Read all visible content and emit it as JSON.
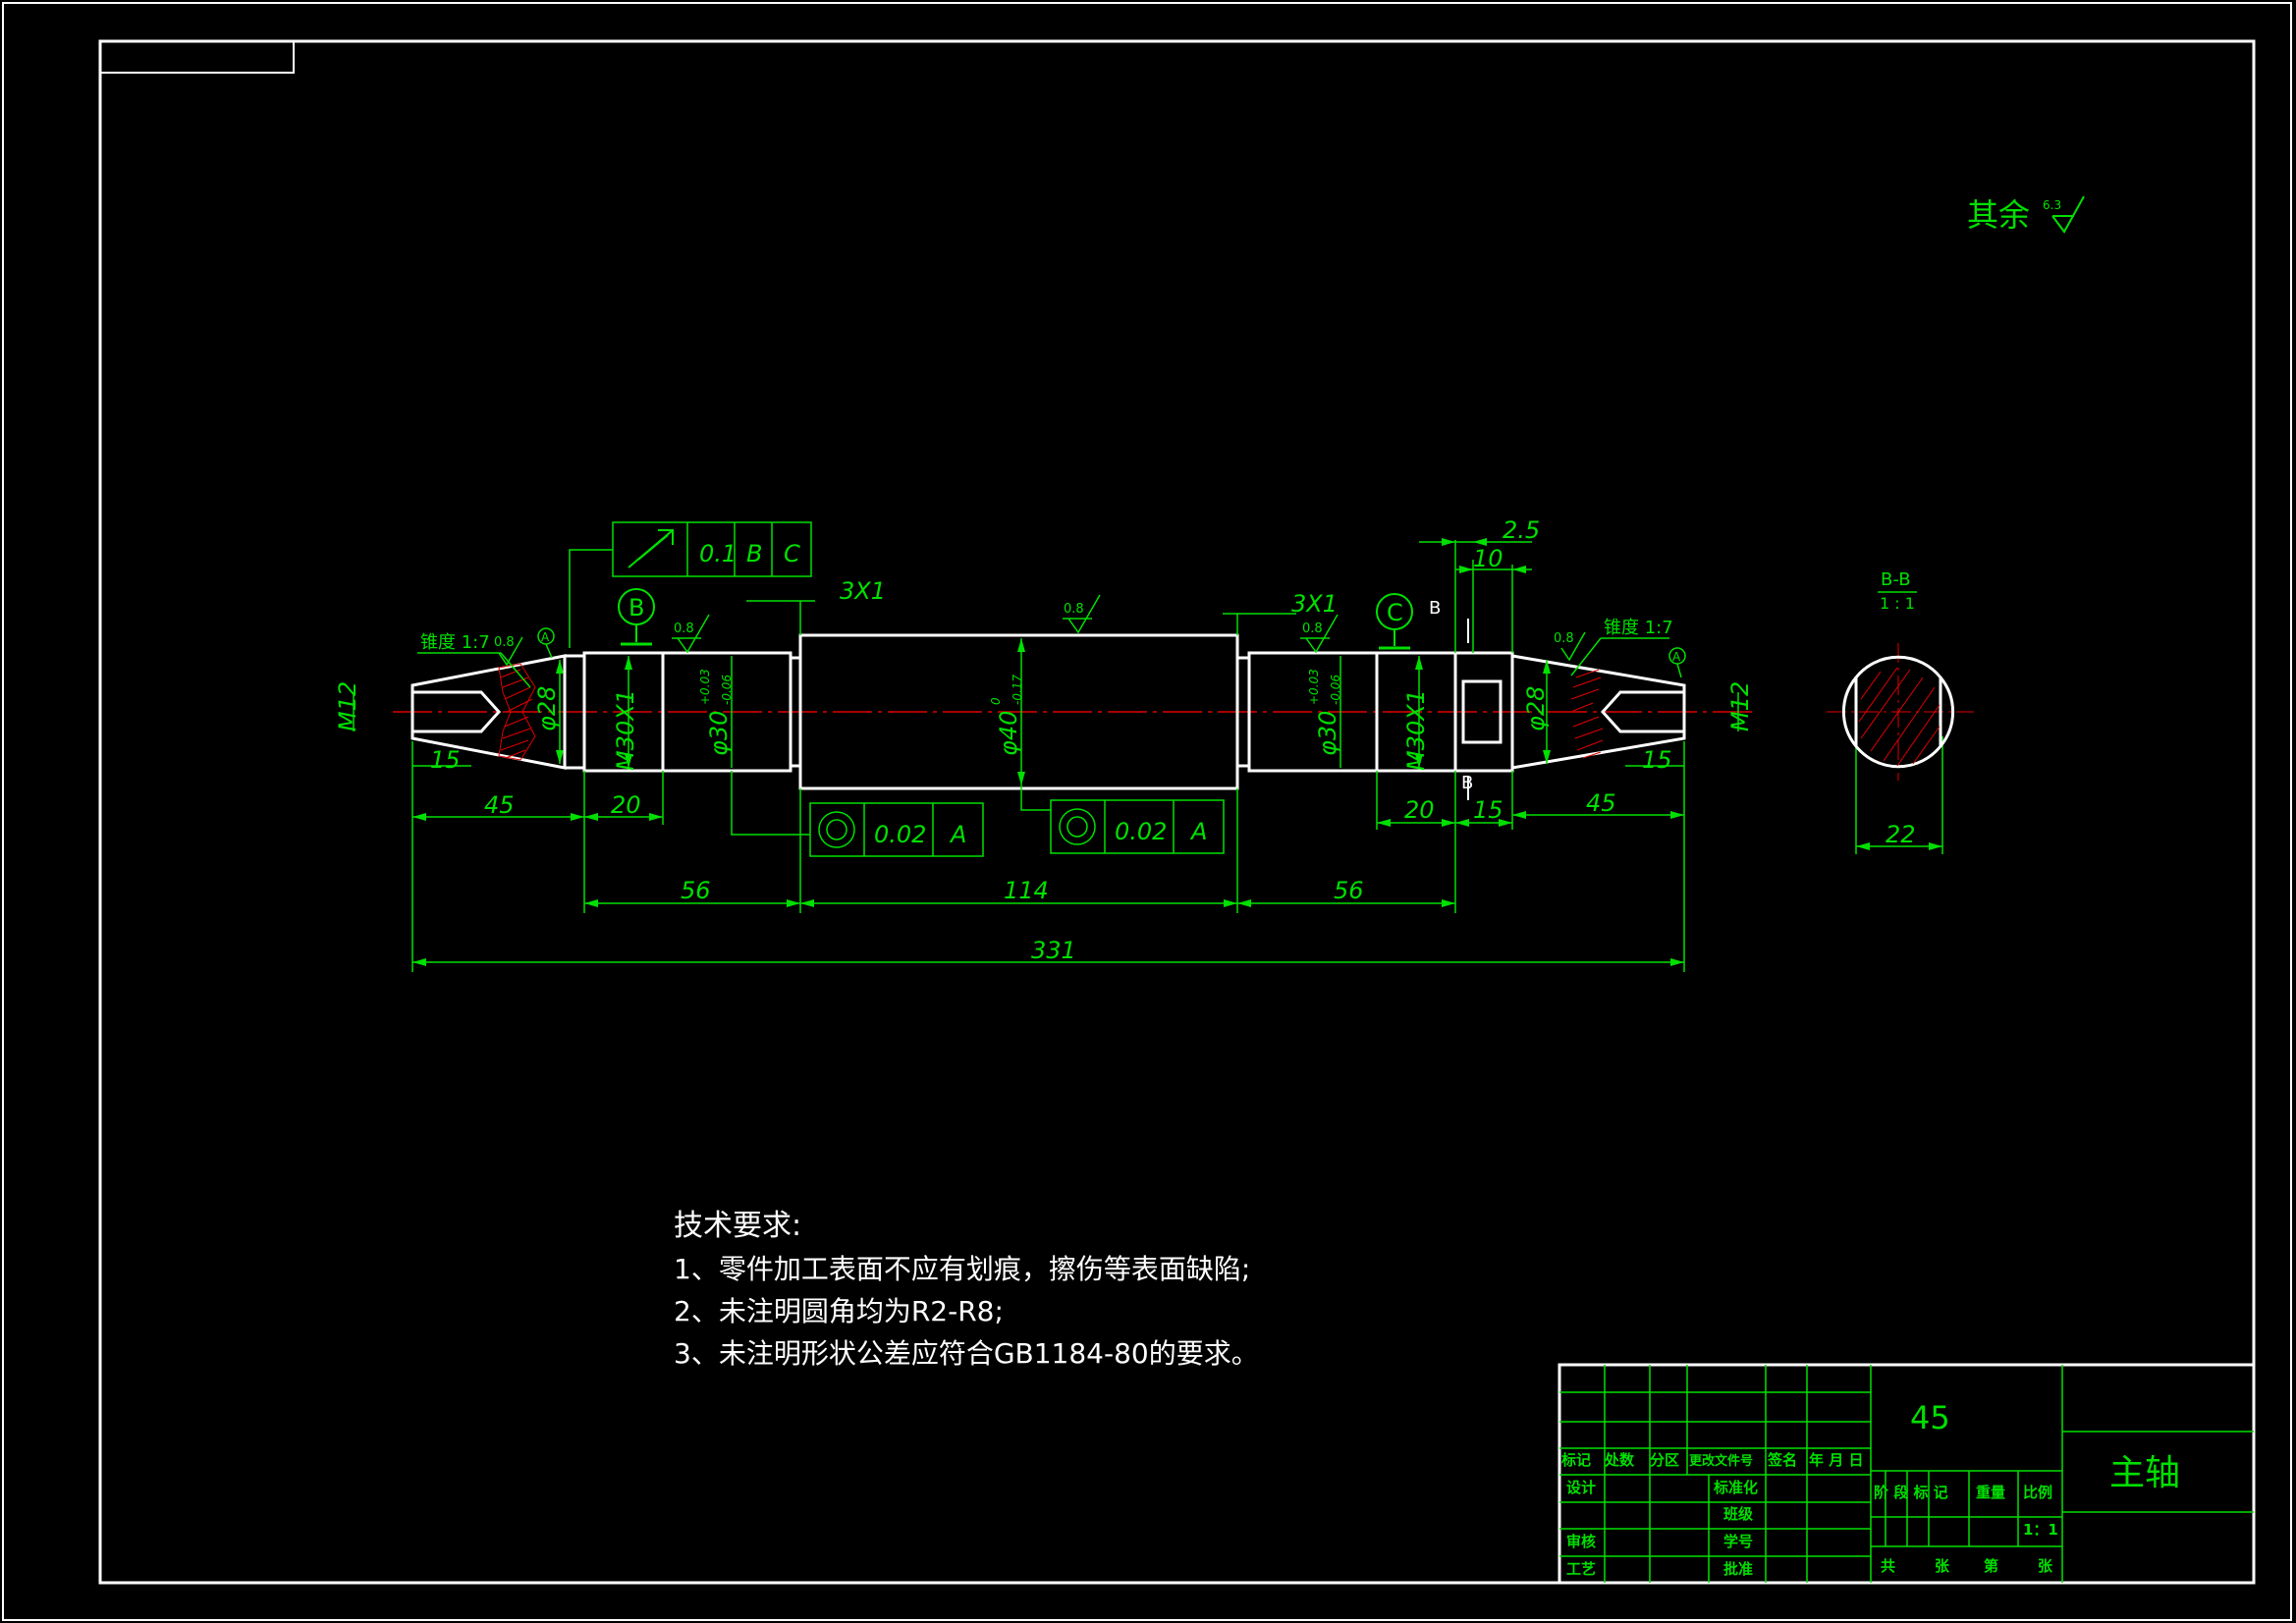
{
  "surface_note": {
    "text": "其余",
    "roughness": "6.3"
  },
  "dims": {
    "d_2_5": "2.5",
    "d_10": "10",
    "d_3x1_a": "3X1",
    "d_3x1_b": "3X1",
    "d_15_a": "15",
    "d_45_a": "45",
    "d_20_a": "20",
    "d_56_a": "56",
    "d_114": "114",
    "d_56_b": "56",
    "d_20_b": "20",
    "d_15_b": "15",
    "d_45_b": "45",
    "d_15_c": "15",
    "d_331": "331",
    "d_22": "22",
    "m12_a": "M12",
    "m12_b": "M12",
    "phi28_a": "φ28",
    "phi28_b": "φ28",
    "m30_a": "M30X1",
    "m30_b": "M30X1",
    "phi30_a": "φ30",
    "phi30_b": "φ30",
    "phi40": "φ40",
    "tol30_a_up": "+0.03",
    "tol30_a_lo": "-0.06",
    "tol30_b_up": "+0.03",
    "tol30_b_lo": "-0.06",
    "tol40_up": "0",
    "tol40_lo": "-0.17",
    "taper_a": "锥度 1:7",
    "taper_b": "锥度 1:7"
  },
  "roughness": [
    "0.8",
    "0.8",
    "0.8",
    "0.8",
    "0.8"
  ],
  "datums": {
    "A1": "A",
    "A2": "A",
    "B": "B",
    "C": "C",
    "sec_b1": "B",
    "sec_b2": "B"
  },
  "gdt": {
    "runout": {
      "tol": "0.1",
      "ref1": "B",
      "ref2": "C"
    },
    "circ1": {
      "tol": "0.02",
      "ref": "A"
    },
    "circ2": {
      "tol": "0.02",
      "ref": "A"
    }
  },
  "section": {
    "title": "B-B",
    "scale": "1 : 1"
  },
  "tech_req": {
    "title": "技术要求:",
    "items": [
      "1、零件加工表面不应有划痕，擦伤等表面缺陷;",
      "2、未注明圆角均为R2-R8;",
      "3、未注明形状公差应符合GB1184-80的要求。"
    ]
  },
  "title_block": {
    "material": "45",
    "part_name": "主轴",
    "headers": [
      "标记",
      "处数",
      "分区",
      "更改文件号",
      "签名",
      "年 月 日"
    ],
    "left_labels": [
      "设计",
      "审核",
      "工艺"
    ],
    "mid_labels": [
      "标准化",
      "班级",
      "学号",
      "批准"
    ],
    "stage": "阶 段 标 记",
    "weight": "重量",
    "scale_label": "比例",
    "scale_value": "1：1",
    "sheet": [
      "共",
      "张",
      "第",
      "张"
    ]
  },
  "colors": {
    "outline": "#ffffff",
    "annotation": "#00e000",
    "centerline": "#e00000"
  }
}
